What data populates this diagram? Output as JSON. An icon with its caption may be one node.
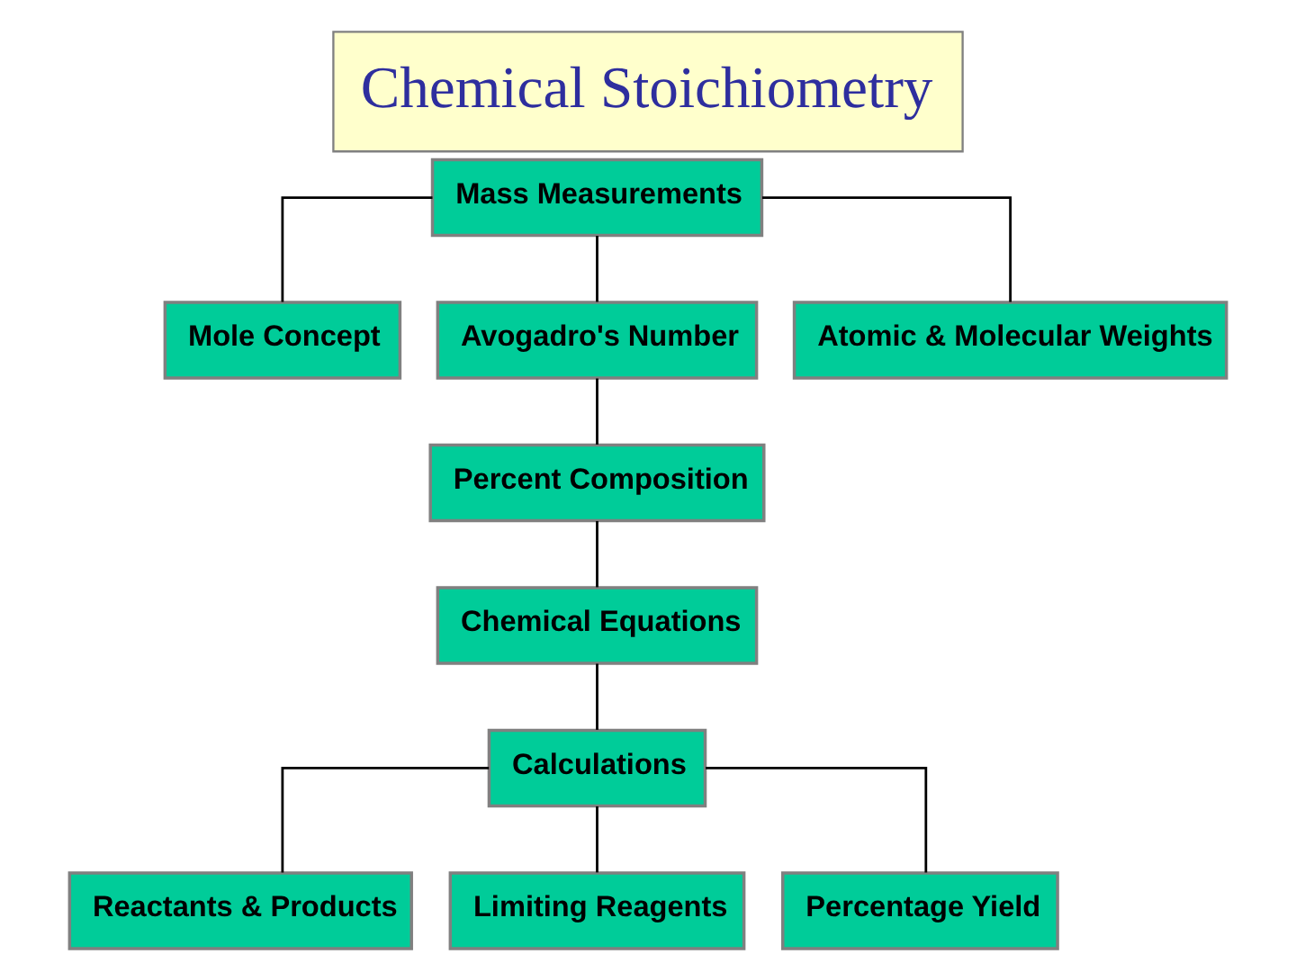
{
  "diagram": {
    "title": "Chemical Stoichiometry",
    "nodes": [
      {
        "text": [
          "Mass Measurements"
        ]
      },
      {
        "text": [
          "Mole Concept"
        ]
      },
      {
        "text": [
          "Avogadro's Number"
        ]
      },
      {
        "text": [
          "Atomic & Molecular Weights"
        ]
      },
      {
        "text": [
          "Percent Composition"
        ]
      },
      {
        "text": [
          "Chemical Equations"
        ]
      },
      {
        "text": [
          "Calculations"
        ]
      },
      {
        "text": [
          "Reactants & Products"
        ]
      },
      {
        "text": [
          "Limiting Reagents"
        ]
      },
      {
        "text": [
          "Percentage Yield"
        ]
      }
    ],
    "edges": [
      {
        "from": 0,
        "to": 1,
        "arrow": "none"
      },
      {
        "from": 0,
        "to": 2,
        "arrow": "none"
      },
      {
        "from": 0,
        "to": 3,
        "arrow": "none"
      },
      {
        "from": 2,
        "to": 4,
        "arrow": "none"
      },
      {
        "from": 4,
        "to": 5,
        "arrow": "none"
      },
      {
        "from": 5,
        "to": 6,
        "arrow": "none"
      },
      {
        "from": 6,
        "to": 7,
        "arrow": "none"
      },
      {
        "from": 6,
        "to": 8,
        "arrow": "none"
      },
      {
        "from": 6,
        "to": 9,
        "arrow": "none"
      }
    ]
  }
}
